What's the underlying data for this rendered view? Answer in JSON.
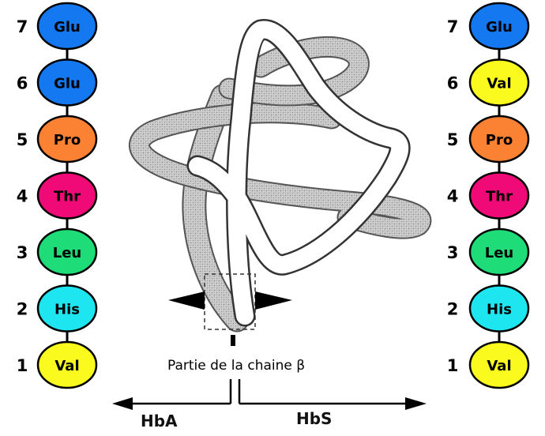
{
  "caption": "Partie de la chaine β",
  "arrow_left_label": "HbA",
  "arrow_right_label": "HbS",
  "chains": {
    "hba": [
      {
        "pos": "1",
        "residue": "Val",
        "color": "#fafa1e"
      },
      {
        "pos": "2",
        "residue": "His",
        "color": "#1ee6f0"
      },
      {
        "pos": "3",
        "residue": "Leu",
        "color": "#1edc78"
      },
      {
        "pos": "4",
        "residue": "Thr",
        "color": "#f00a78"
      },
      {
        "pos": "5",
        "residue": "Pro",
        "color": "#fa8232"
      },
      {
        "pos": "6",
        "residue": "Glu",
        "color": "#1478f0"
      },
      {
        "pos": "7",
        "residue": "Glu",
        "color": "#1478f0"
      }
    ],
    "hbs": [
      {
        "pos": "1",
        "residue": "Val",
        "color": "#fafa1e"
      },
      {
        "pos": "2",
        "residue": "His",
        "color": "#1ee6f0"
      },
      {
        "pos": "3",
        "residue": "Leu",
        "color": "#1edc78"
      },
      {
        "pos": "4",
        "residue": "Thr",
        "color": "#f00a78"
      },
      {
        "pos": "5",
        "residue": "Pro",
        "color": "#fa8232"
      },
      {
        "pos": "6",
        "residue": "Val",
        "color": "#fafa1e"
      },
      {
        "pos": "7",
        "residue": "Glu",
        "color": "#1478f0"
      }
    ]
  }
}
